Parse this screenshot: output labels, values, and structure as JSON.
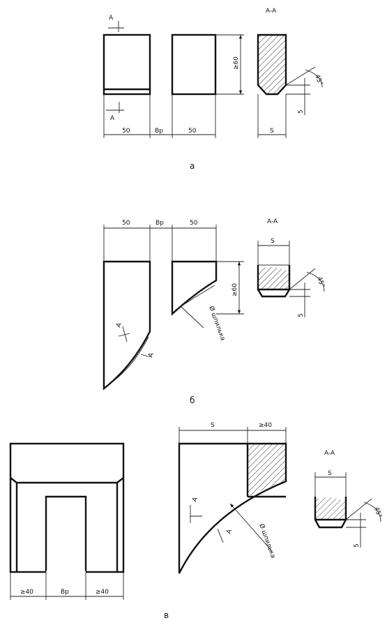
{
  "figure_a": {
    "section_label": "A-A",
    "cut_marker": "A",
    "dim_width": "50",
    "dim_gap": "Bp",
    "dim_height": "≥60",
    "dim_thickness": "S",
    "dim_edge": "5",
    "dim_angle": "45°",
    "caption": "а"
  },
  "figure_b": {
    "section_label": "A-A",
    "cut_marker": "A",
    "dim_width": "50",
    "dim_gap": "Bp",
    "dim_height": "≥60",
    "dim_thickness": "S",
    "dim_edge": "5",
    "dim_angle": "45°",
    "dim_diameter": "Ø шпилька",
    "caption": "б"
  },
  "figure_v": {
    "section_label": "A-A",
    "cut_marker": "A",
    "dim_side_left": "≥40",
    "dim_gap": "Bp",
    "dim_side_right": "≥40",
    "dim_thickness": "S",
    "dim_top_right": "≥40",
    "dim_edge": "5",
    "dim_angle": "45°",
    "dim_diameter": "Ø шпилька",
    "caption": "в"
  }
}
